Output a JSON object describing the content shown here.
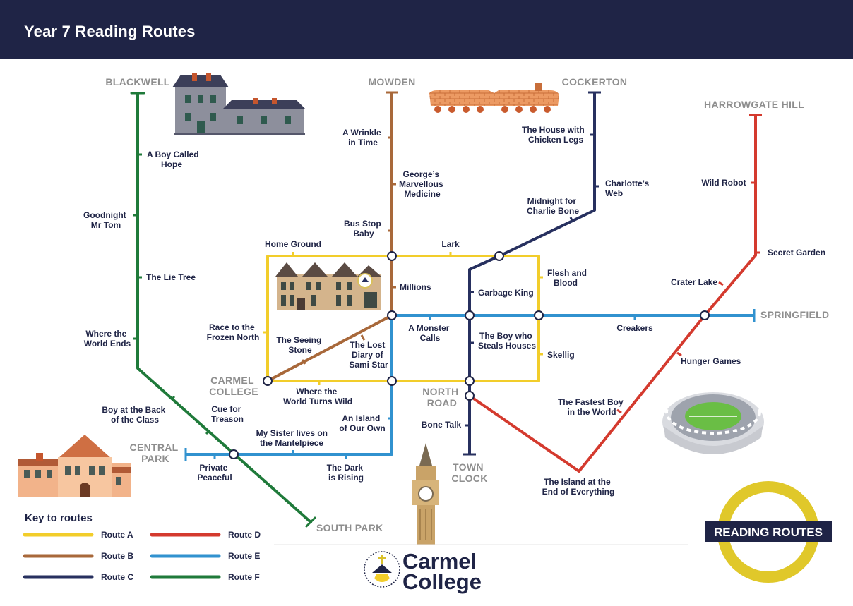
{
  "header": {
    "title": "Year 7 Reading Routes"
  },
  "colors": {
    "route_a": "#f2cd2a",
    "route_b": "#a8683a",
    "route_c": "#27305f",
    "route_d": "#d43a2e",
    "route_e": "#3192cf",
    "route_f": "#1f7a3a",
    "header_bg": "#1f2446",
    "terminus_grey": "#8e8e8e"
  },
  "termini": {
    "blackwell": "BLACKWELL",
    "mowden": "MOWDEN",
    "cockerton": "COCKERTON",
    "harrowgate_hill": "HARROWGATE HILL",
    "springfield": "SPRINGFIELD",
    "carmel_college": [
      "CARMEL",
      "COLLEGE"
    ],
    "north_road": [
      "NORTH",
      "ROAD"
    ],
    "central_park": [
      "CENTRAL",
      "PARK"
    ],
    "town_clock": [
      "TOWN",
      "CLOCK"
    ],
    "south_park": "SOUTH PARK"
  },
  "stations": {
    "a_boy_called_hope": [
      "A Boy Called",
      "Hope"
    ],
    "goodnight_mr_tom": [
      "Goodnight",
      "Mr Tom"
    ],
    "the_lie_tree": [
      "The Lie Tree"
    ],
    "where_the_world_ends": [
      "Where the",
      "World Ends"
    ],
    "boy_at_the_back": [
      "Boy at the Back",
      "of the Class"
    ],
    "cue_for_treason": [
      "Cue for",
      "Treason"
    ],
    "a_wrinkle_in_time": [
      "A Wrinkle",
      "in Time"
    ],
    "georges_marvellous_medicine": [
      "George’s",
      "Marvellous",
      "Medicine"
    ],
    "bus_stop_baby": [
      "Bus Stop",
      "Baby"
    ],
    "millions": [
      "Millions"
    ],
    "home_ground": [
      "Home Ground"
    ],
    "lark": [
      "Lark"
    ],
    "flesh_and_blood": [
      "Flesh and",
      "Blood"
    ],
    "race_to_the_frozen_north": [
      "Race to the",
      "Frozen North"
    ],
    "the_seeing_stone": [
      "The Seeing",
      "Stone"
    ],
    "the_lost_diary": [
      "The Lost",
      "Diary of",
      "Sami Star"
    ],
    "where_the_world_turns_wild": [
      "Where the",
      "World Turns Wild"
    ],
    "a_monster_calls": [
      "A Monster",
      "Calls"
    ],
    "garbage_king": [
      "Garbage King"
    ],
    "the_boy_who_steals_houses": [
      "The Boy who",
      "Steals Houses"
    ],
    "skellig": [
      "Skellig"
    ],
    "creakers": [
      "Creakers"
    ],
    "the_house_with_chicken_legs": [
      "The House with",
      "Chicken Legs"
    ],
    "charlottes_web": [
      "Charlotte’s",
      "Web"
    ],
    "midnight_for_charlie_bone": [
      "Midnight for",
      "Charlie Bone"
    ],
    "wild_robot": [
      "Wild Robot"
    ],
    "secret_garden": [
      "Secret Garden"
    ],
    "crater_lake": [
      "Crater Lake"
    ],
    "hunger_games": [
      "Hunger Games"
    ],
    "the_fastest_boy": [
      "The Fastest Boy",
      "in the World"
    ],
    "the_island_at_the_end": [
      "The Island at the",
      "End of Everything"
    ],
    "an_island_of_our_own": [
      "An Island",
      "of Our Own"
    ],
    "my_sister_lives": [
      "My Sister lives on",
      "the Mantelpiece"
    ],
    "bone_talk": [
      "Bone Talk"
    ],
    "private_peaceful": [
      "Private",
      "Peaceful"
    ],
    "the_dark_is_rising": [
      "The Dark",
      "is Rising"
    ]
  },
  "key": {
    "title": "Key to routes",
    "routes": [
      {
        "label": "Route A",
        "color": "#f2cd2a"
      },
      {
        "label": "Route B",
        "color": "#a8683a"
      },
      {
        "label": "Route C",
        "color": "#27305f"
      },
      {
        "label": "Route D",
        "color": "#d43a2e"
      },
      {
        "label": "Route E",
        "color": "#3192cf"
      },
      {
        "label": "Route F",
        "color": "#1f7a3a"
      }
    ]
  },
  "brand": {
    "line1": "Carmel",
    "line2": "College"
  },
  "roundel": {
    "text": "READING ROUTES"
  }
}
